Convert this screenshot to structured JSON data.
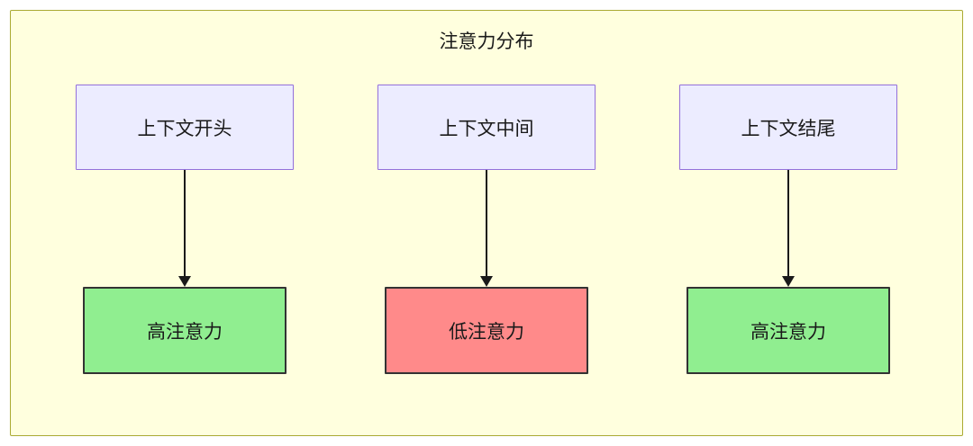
{
  "diagram": {
    "title": "注意力分布",
    "columns": [
      {
        "top": "上下文开头",
        "bottom": "高注意力",
        "bottom_type": "high"
      },
      {
        "top": "上下文中间",
        "bottom": "低注意力",
        "bottom_type": "low"
      },
      {
        "top": "上下文结尾",
        "bottom": "高注意力",
        "bottom_type": "high"
      }
    ],
    "colors": {
      "container_bg": "#ffffde",
      "container_border": "#aaaa33",
      "node_bg": "#ECECFF",
      "node_border": "#9370DB",
      "high_bg": "#90EE90",
      "low_bg": "#FF8A8A",
      "result_border": "#333333",
      "arrow_color": "#1a1a1a"
    }
  }
}
